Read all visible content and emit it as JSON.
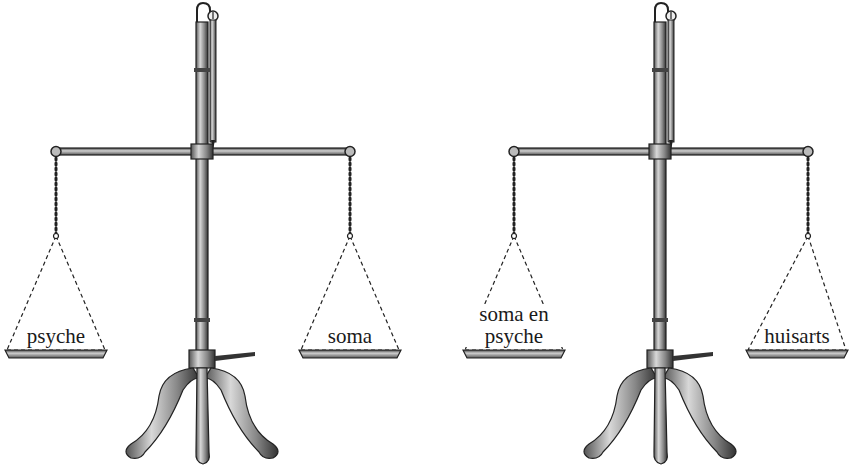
{
  "diagram": {
    "nodes": [
      {
        "text": [
          "psyche"
        ]
      },
      {
        "text": [
          "soma"
        ]
      },
      {
        "text": [
          "soma en psyche"
        ]
      },
      {
        "text": [
          "huisarts"
        ]
      }
    ]
  }
}
